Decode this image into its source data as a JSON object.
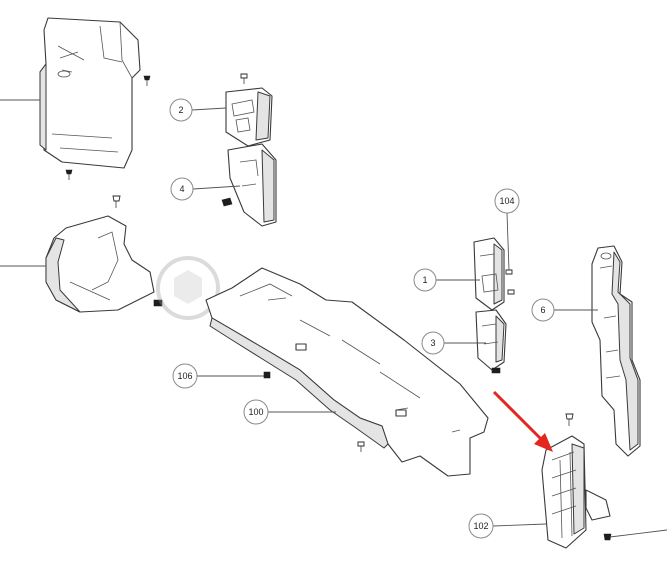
{
  "callouts": {
    "c2": "2",
    "c4": "4",
    "c104": "104",
    "c1": "1",
    "c6": "6",
    "c3": "3",
    "c106": "106",
    "c100": "100",
    "c102": "102"
  },
  "colors": {
    "arrow": "#e3261f",
    "line": "#3a3a3a"
  }
}
